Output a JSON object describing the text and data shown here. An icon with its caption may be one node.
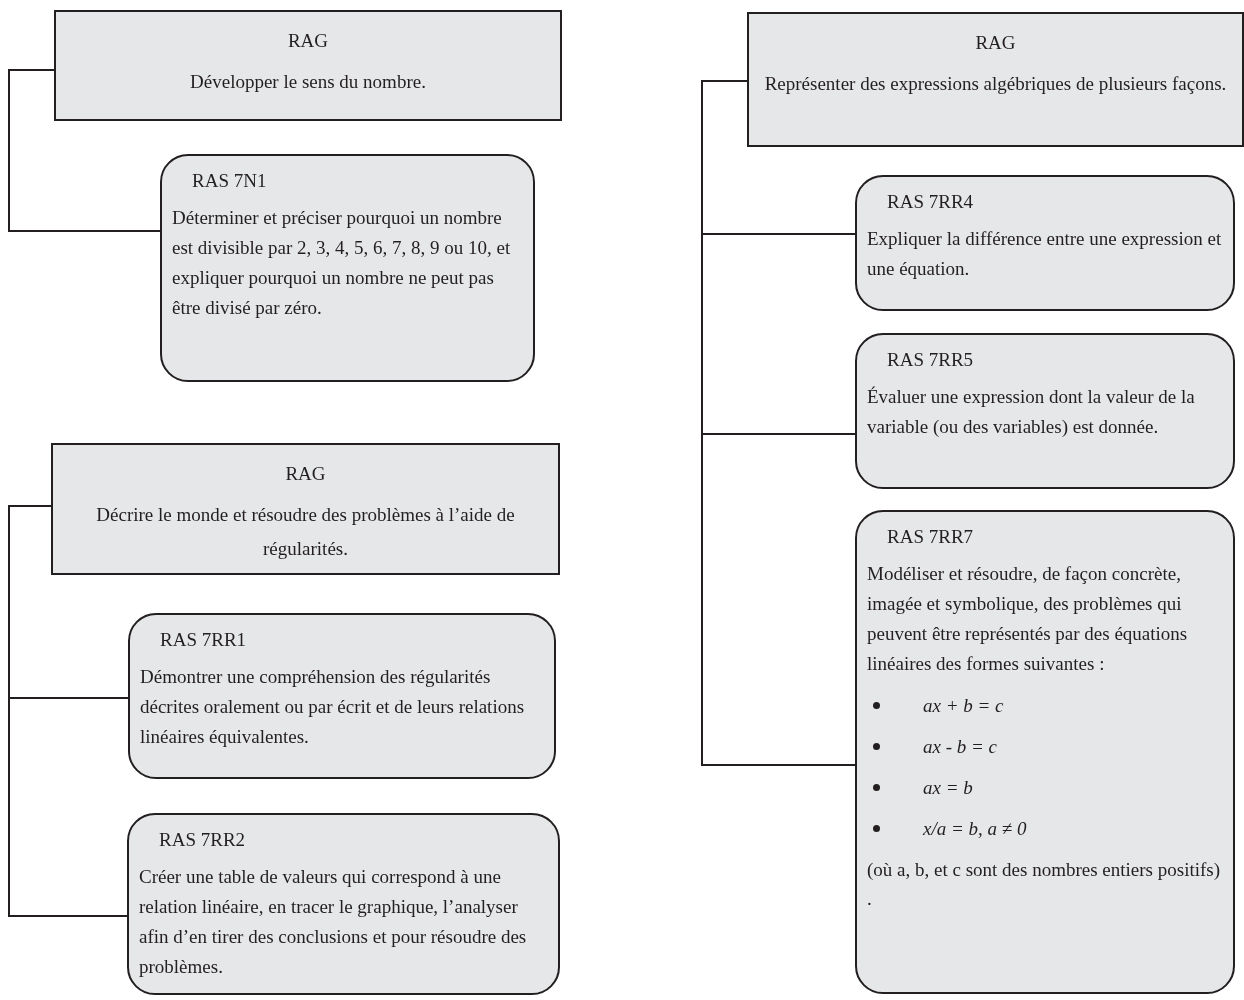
{
  "diagram": {
    "nodes": [
      {
        "text": [
          "RAG",
          "Développer le sens du nombre."
        ]
      },
      {
        "text": [
          "RAS 7N1",
          "Déterminer et préciser pourquoi un nombre est divisible par 2, 3, 4, 5, 6, 7, 8, 9 ou 10, et expliquer pourquoi un nombre ne peut pas être divisé par zéro."
        ]
      },
      {
        "text": [
          "RAG",
          "Décrire le monde et résoudre des problèmes à l’aide de régularités."
        ]
      },
      {
        "text": [
          "RAS 7RR1",
          "Démontrer une compréhension des régularités décrites oralement ou par écrit et de leurs relations linéaires équivalentes."
        ]
      },
      {
        "text": [
          "RAS 7RR2",
          "Créer une table de valeurs qui correspond à une relation linéaire, en tracer le graphique, l’analyser afin d’en tirer des conclusions et pour résoudre des problèmes."
        ]
      },
      {
        "text": [
          "RAG",
          "Représenter des expressions algébriques de plusieurs façons."
        ]
      },
      {
        "text": [
          "RAS 7RR4",
          "Expliquer la différence entre une expression et une équation."
        ]
      },
      {
        "text": [
          "RAS 7RR5",
          "Évaluer une expression dont la valeur de la variable (ou des variables) est donnée."
        ]
      },
      {
        "text": [
          "RAS 7RR7",
          "Modéliser et résoudre, de façon concrète, imagée et symbolique, des problèmes qui peuvent être représentés par des équations linéaires des formes suivantes :",
          "ax + b = c",
          "ax - b = c",
          "ax = b",
          "*x*/*a* = *b*, *a* ≠ 0",
          "(où a, b, et c sont des nombres entiers positifs) ."
        ]
      }
    ],
    "edges": [
      {
        "from": 0,
        "to": 1,
        "arrow": "none"
      },
      {
        "from": 2,
        "to": 3,
        "arrow": "none"
      },
      {
        "from": 2,
        "to": 4,
        "arrow": "none"
      },
      {
        "from": 5,
        "to": 6,
        "arrow": "none"
      },
      {
        "from": 5,
        "to": 7,
        "arrow": "none"
      },
      {
        "from": 5,
        "to": 8,
        "arrow": "none"
      }
    ]
  }
}
